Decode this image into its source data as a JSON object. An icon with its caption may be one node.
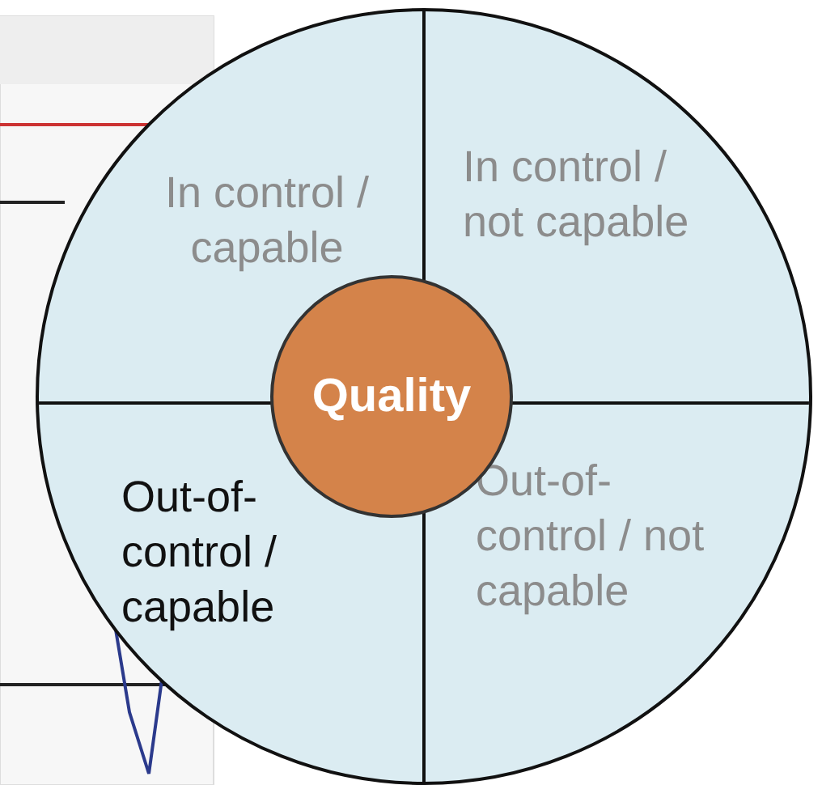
{
  "diagram": {
    "nodes": [
      {
        "text": [],
        "shape": "circle"
      },
      {
        "text": [
          "In control / capable"
        ],
        "in": 0
      },
      {
        "text": [
          "In control / not capable"
        ],
        "in": 0
      },
      {
        "text": [
          "Out-of-control / capable"
        ],
        "in": 0
      },
      {
        "text": [
          "Out-of-control / not capable"
        ],
        "in": 0
      },
      {
        "text": [
          "Quality"
        ],
        "in": 0
      }
    ]
  }
}
